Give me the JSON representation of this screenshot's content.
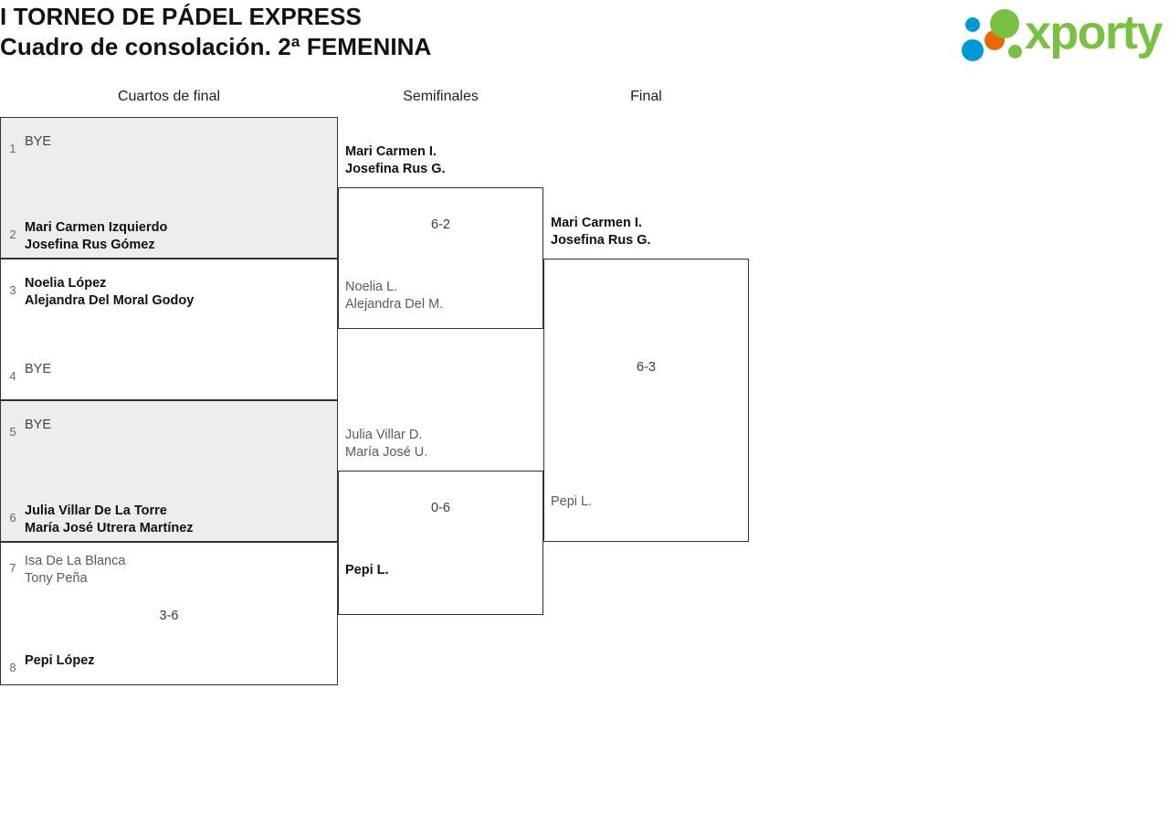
{
  "header": {
    "title_line1": "I TORNEO DE PÁDEL EXPRESS",
    "title_line2": "Cuadro de consolación. 2ª FEMENINA",
    "logo_text": "xporty",
    "logo_colors": {
      "green": "#7ac043",
      "blue": "#0098d8",
      "orange": "#e8690b"
    }
  },
  "rounds": [
    {
      "label": "Cuartos de final"
    },
    {
      "label": "Semifinales"
    },
    {
      "label": "Final"
    }
  ],
  "theme": {
    "shaded_background": "#ededed",
    "border_color": "#333333",
    "winner_color": "#111111",
    "loser_color": "#5b5b5b",
    "seed_color": "#666666"
  },
  "bracket": {
    "quarterfinals": [
      {
        "shaded": true,
        "score": "",
        "top": {
          "seed": "1",
          "names": [
            "BYE"
          ],
          "state": "neutral"
        },
        "bottom": {
          "seed": "2",
          "names": [
            "Mari Carmen Izquierdo",
            "Josefina Rus Gómez"
          ],
          "state": "winner"
        }
      },
      {
        "shaded": false,
        "score": "",
        "top": {
          "seed": "3",
          "names": [
            "Noelia López",
            "Alejandra Del Moral Godoy"
          ],
          "state": "winner"
        },
        "bottom": {
          "seed": "4",
          "names": [
            "BYE"
          ],
          "state": "neutral"
        }
      },
      {
        "shaded": true,
        "score": "",
        "top": {
          "seed": "5",
          "names": [
            "BYE"
          ],
          "state": "neutral"
        },
        "bottom": {
          "seed": "6",
          "names": [
            "Julia Villar De La Torre",
            "María José Utrera Martínez"
          ],
          "state": "winner"
        }
      },
      {
        "shaded": false,
        "score": "3-6",
        "top": {
          "seed": "7",
          "names": [
            "Isa De La Blanca",
            "Tony Peña"
          ],
          "state": "loser"
        },
        "bottom": {
          "seed": "8",
          "names": [
            "Pepi López"
          ],
          "state": "winner"
        }
      }
    ],
    "semifinals": [
      {
        "score": "6-2",
        "top": {
          "names": [
            "Mari Carmen I.",
            "Josefina Rus G."
          ],
          "state": "winner"
        },
        "bottom": {
          "names": [
            "Noelia L.",
            "Alejandra Del M."
          ],
          "state": "loser"
        }
      },
      {
        "score": "0-6",
        "top": {
          "names": [
            "Julia Villar D.",
            "María José U."
          ],
          "state": "loser"
        },
        "bottom": {
          "names": [
            "Pepi L."
          ],
          "state": "winner"
        }
      }
    ],
    "final": [
      {
        "score": "6-3",
        "top": {
          "names": [
            "Mari Carmen I.",
            "Josefina Rus G."
          ],
          "state": "winner"
        },
        "bottom": {
          "names": [
            "Pepi L."
          ],
          "state": "loser"
        }
      }
    ]
  }
}
